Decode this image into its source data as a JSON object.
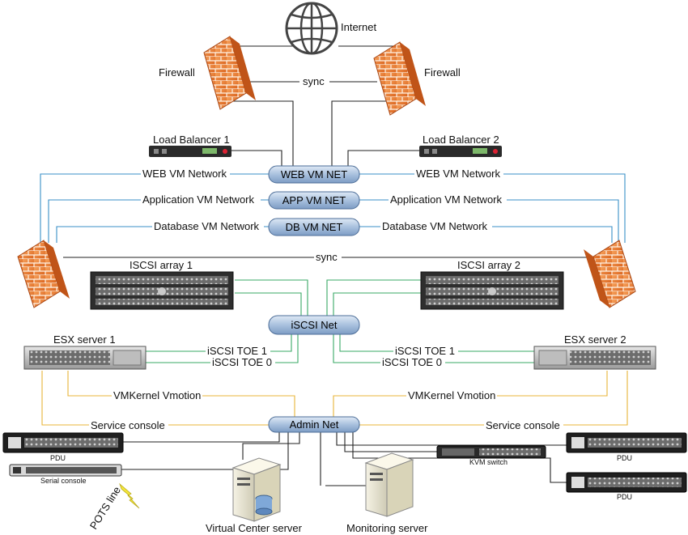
{
  "labels": {
    "internet": "Internet",
    "firewall_left": "Firewall",
    "firewall_right": "Firewall",
    "sync_top": "sync",
    "sync_mid": "sync",
    "lb1": "Load Balancer 1",
    "lb2": "Load Balancer 2",
    "web_vm_network_left": "WEB VM Network",
    "web_vm_network_right": "WEB VM Network",
    "app_vm_network_left": "Application VM Network",
    "app_vm_network_right": "Application VM Network",
    "db_vm_network_left": "Database VM Network",
    "db_vm_network_right": "Database VM Network",
    "iscsi_array1": "ISCSI array 1",
    "iscsi_array2": "ISCSI array 2",
    "esx1": "ESX server 1",
    "esx2": "ESX server 2",
    "iscsi_toe1_left": "iSCSI TOE 1",
    "iscsi_toe0_left": "iSCSI TOE 0",
    "iscsi_toe1_right": "iSCSI TOE 1",
    "iscsi_toe0_right": "iSCSI TOE 0",
    "vmkernel_left": "VMKernel Vmotion",
    "vmkernel_right": "VMKernel Vmotion",
    "service_console_left": "Service console",
    "service_console_right": "Service console",
    "pdu_left": "PDU",
    "pdu_right1": "PDU",
    "pdu_right2": "PDU",
    "serial_console": "Serial console",
    "pots_line": "POTS line",
    "kvm_switch": "KVM switch",
    "vc_server": "Virtual Center server",
    "mon_server": "Monitoring server"
  },
  "networks": {
    "web": "WEB VM NET",
    "app": "APP VM NET",
    "db": "DB VM NET",
    "iscsi": "iSCSI Net",
    "admin": "Admin Net"
  },
  "colors": {
    "vm_network_line": "#3a8fc7",
    "iscsi_line": "#3aa866",
    "admin_line": "#e8b43a",
    "black_line": "#222222",
    "firewall": "#e8782a",
    "pill": "#a9c1de"
  }
}
